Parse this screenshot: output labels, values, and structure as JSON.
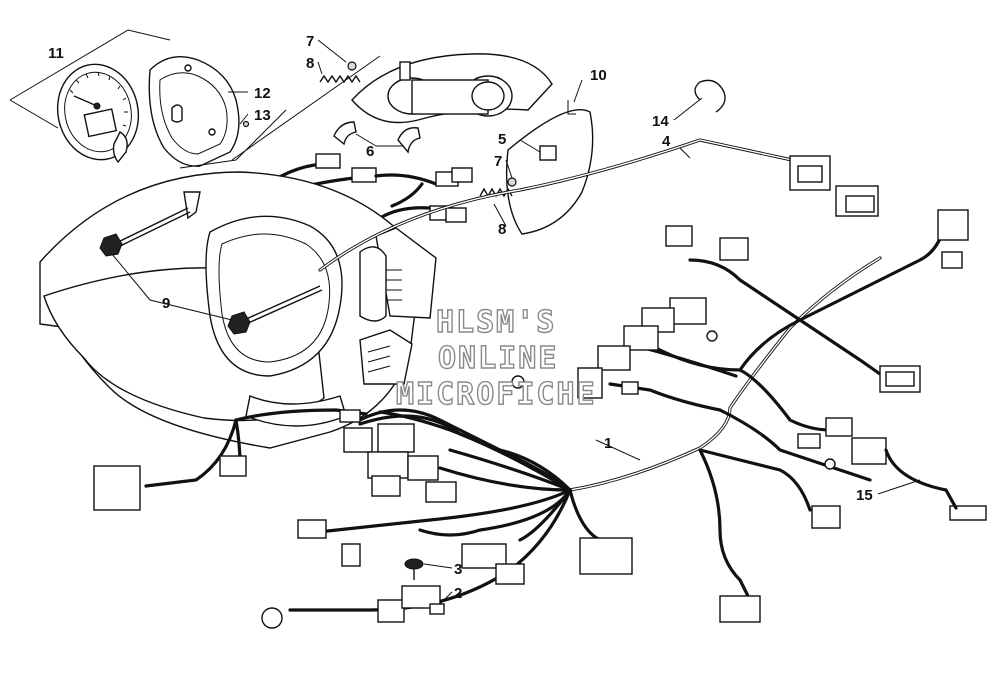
{
  "diagram": {
    "callouts": [
      {
        "id": "c1",
        "label": "1"
      },
      {
        "id": "c2",
        "label": "2"
      },
      {
        "id": "c3",
        "label": "3"
      },
      {
        "id": "c4",
        "label": "4"
      },
      {
        "id": "c5",
        "label": "5"
      },
      {
        "id": "c6",
        "label": "6"
      },
      {
        "id": "c7a",
        "label": "7"
      },
      {
        "id": "c7b",
        "label": "7"
      },
      {
        "id": "c8a",
        "label": "8"
      },
      {
        "id": "c8b",
        "label": "8"
      },
      {
        "id": "c9",
        "label": "9"
      },
      {
        "id": "c10",
        "label": "10"
      },
      {
        "id": "c11",
        "label": "11"
      },
      {
        "id": "c12",
        "label": "12"
      },
      {
        "id": "c13",
        "label": "13"
      },
      {
        "id": "c14",
        "label": "14"
      },
      {
        "id": "c15",
        "label": "15"
      }
    ],
    "watermark": [
      "HLSM'S",
      "ONLINE",
      "MICROFICHE"
    ]
  }
}
